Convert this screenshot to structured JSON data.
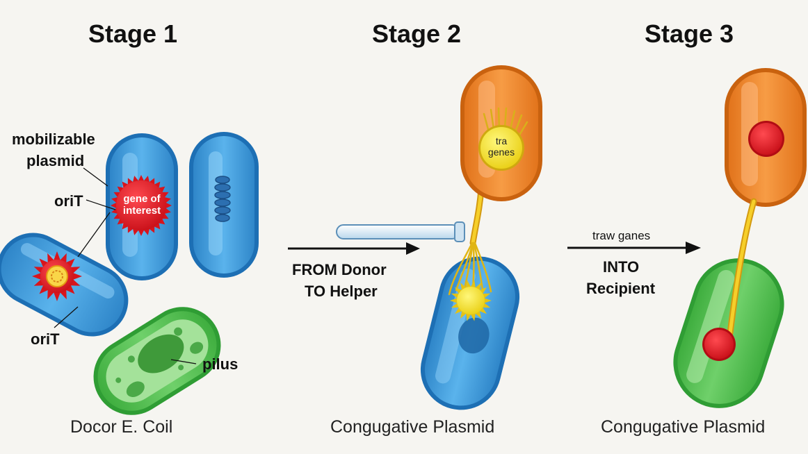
{
  "stages": [
    {
      "title": "Stage 1",
      "caption": "Docor E. Coil"
    },
    {
      "title": "Stage 2",
      "caption": "Congugative Plasmid"
    },
    {
      "title": "Stage 3",
      "caption": "Congugative Plasmid"
    }
  ],
  "labels": {
    "mobilizable": "mobilizable",
    "plasmid": "plasmid",
    "orit_top": "oriT",
    "orit_bottom": "oriT",
    "pilus": "pilus",
    "gene_of": "gene of",
    "interest": "interest",
    "tra": "tra",
    "genes": "genes",
    "from_donor": "FROM Donor",
    "to_helper": "TO Helper",
    "traw_ganes": "traw ganes",
    "into": "INTO",
    "recipient": "Recipient"
  },
  "colors": {
    "blue_cell": "#3f9bdc",
    "green_cell": "#7fd07a",
    "orange_cell": "#f08a2e",
    "red_plasmid": "#e0202a",
    "yellow_genes": "#f3e63a",
    "pilus_yellow": "#f2c21e",
    "background": "#f6f5f1"
  }
}
